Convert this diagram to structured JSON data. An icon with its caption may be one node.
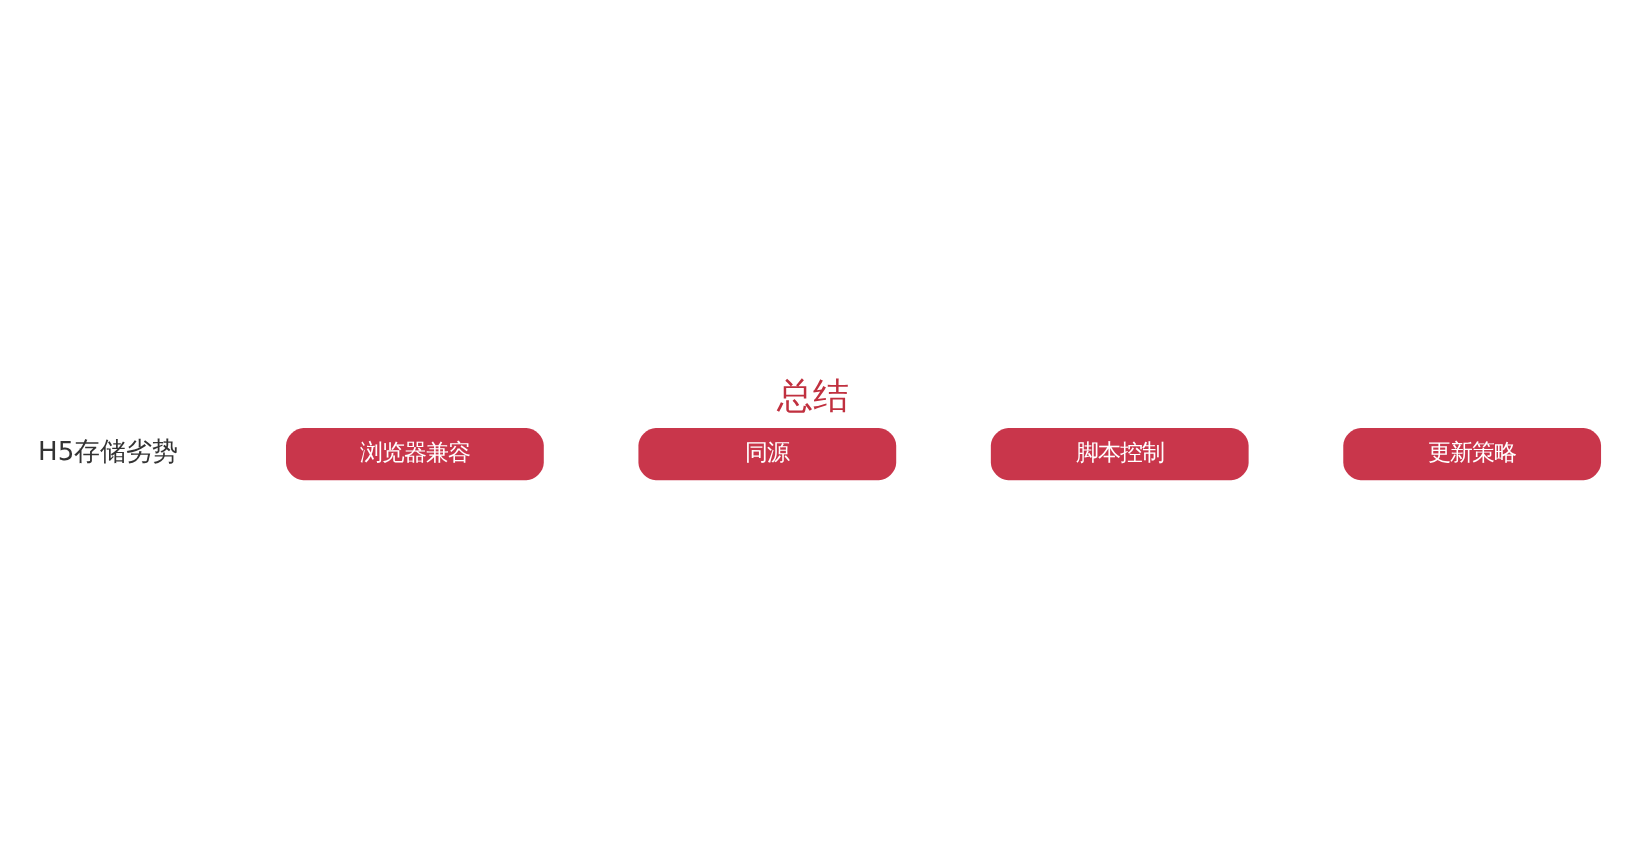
{
  "diagram": {
    "title": "总结",
    "nodes": [
      {
        "text": [
          "浏览器兼容"
        ]
      },
      {
        "text": [
          "同源"
        ]
      },
      {
        "text": [
          "脚本控制"
        ]
      },
      {
        "text": [
          "更新策略"
        ]
      }
    ],
    "labels": [
      "H5存储劣势"
    ]
  }
}
